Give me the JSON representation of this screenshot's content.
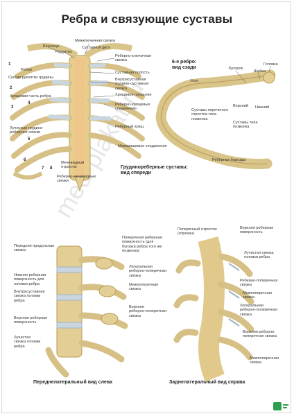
{
  "title": "Ребра и связующие суставы",
  "watermark": "med-plakat.ru",
  "panel1": {
    "caption": "Грудинореберные суставы:\nвид спереди",
    "left_labels": [
      "Ключица",
      "Рукоятка",
      "Ребро",
      "Сустав рукоятки грудины",
      "Хрящевая часть ребра",
      "Лучистые грудино-\nреберные связки"
    ],
    "top_labels": [
      "Межключичная связка",
      "Суставной диск"
    ],
    "right_labels": [
      "Реберно-ключичная\nсвязка",
      "Суставная полость",
      "Внутрисуставная\nгрудино-суставная\nсвязка",
      "Хрящевое покрытие",
      "Реберно-хрящевые\nсоединения",
      "Реберный хрящ",
      "Межхрящевые соединения"
    ],
    "bottom_labels": [
      "Мечевидный\nотросток",
      "Реберно-мечевидные\nсвязки"
    ],
    "rib_numbers": [
      "1",
      "2",
      "3",
      "4",
      "5",
      "6",
      "7",
      "8"
    ]
  },
  "panel2": {
    "caption": "6-е ребро:\nвид сзади",
    "labels": [
      "Бугорок",
      "Головка",
      "Шейка",
      "Угол",
      "Суставы переченого\nотростка тела\nпозвонка",
      "Верхний",
      "Нижний",
      "Суставы тела\nпозвонка",
      "Реберная борозда"
    ]
  },
  "panel3": {
    "caption": "Переднелатеральный вид слева",
    "left_labels": [
      "Передняя продольная\nсвязка",
      "Нижняя реберная\nповерхность для\nголовки ребра",
      "Внутрисуставная\nсвязка головки\nребра",
      "Верхняя реберная\nповерхность",
      "Лучистая\nсвязка головки\nребра"
    ],
    "right_labels": [
      "Поперечная реберная\nповерхность (для\nбугорка ребра того же\nпозвонка)",
      "Латеральная\nреберно-поперечная\nсвязка",
      "Межпоперечная\nсвязка",
      "Верхняя\nреберно-поперечная\nсвязка"
    ]
  },
  "panel4": {
    "caption": "Заднелатеральный вид справа",
    "left_labels": [
      "Поперечный отросток\n(отрезан)"
    ],
    "right_labels": [
      "Верхняя реберная\nповерхность",
      "Лучистая связка\nголовки ребра",
      "Реберно-поперечная\nсвязка",
      "Межпоперечная\nсвязка",
      "Латеральная\nреберно-поперечная\nсвязка",
      "Верхняя реберно-\nпоперечная связка",
      "Межпоперечная\nсвязка"
    ]
  },
  "colors": {
    "bone": "#e3cf96",
    "bone_dark": "#b89a55",
    "cartilage": "#c9d6e0",
    "ligament": "#9fb3c4",
    "line": "#555555"
  }
}
